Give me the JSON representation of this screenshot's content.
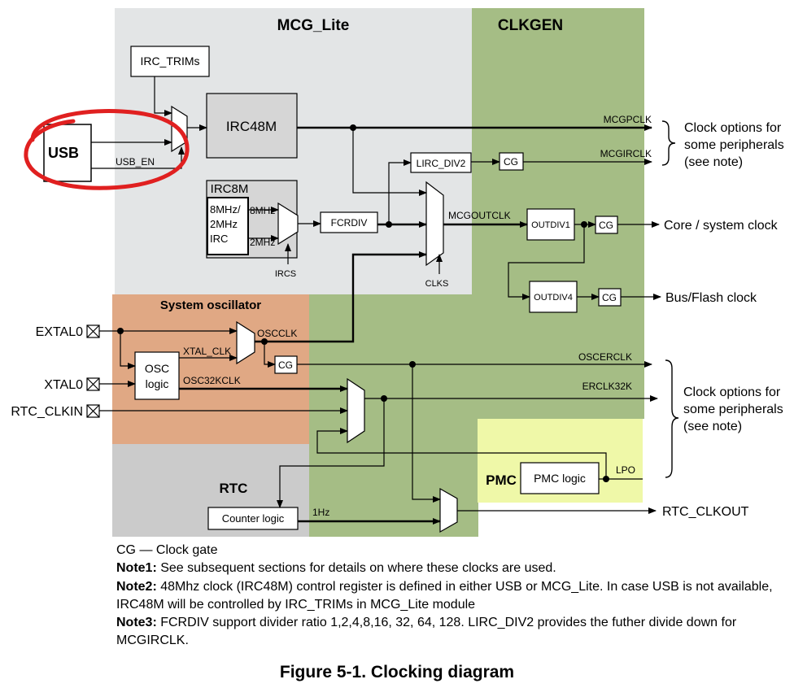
{
  "regions": {
    "mcg_lite": "MCG_Lite",
    "clkgen": "CLKGEN",
    "system_oscillator": "System oscillator",
    "rtc": "RTC",
    "pmc": "PMC"
  },
  "blocks": {
    "irc_trims": "IRC_TRIMs",
    "irc48m": "IRC48M",
    "irc8m": "IRC8M",
    "irc8m_inner": [
      "8MHz/",
      "2MHz",
      "IRC"
    ],
    "fcrdiv": "FCRDIV",
    "lirc_div2": "LIRC_DIV2",
    "outdiv1": "OUTDIV1",
    "outdiv4": "OUTDIV4",
    "osc_logic": [
      "OSC",
      "logic"
    ],
    "pmc_logic": "PMC logic",
    "counter_logic": "Counter logic",
    "usb": "USB",
    "cg": "CG"
  },
  "signals": {
    "usb_en": "USB_EN",
    "mcgpclk": "MCGPCLK",
    "mcgirclk": "MCGIRCLK",
    "mcgoutclk": "MCGOUTCLK",
    "mhz8": "8MHz",
    "mhz2": "2MHz",
    "ircs": "IRCS",
    "clks": "CLKS",
    "oscclk": "OSCCLK",
    "xtal_clk": "XTAL_CLK",
    "osc32kclk": "OSC32KCLK",
    "oscerclk": "OSCERCLK",
    "erclk32k": "ERCLK32K",
    "lpo": "LPO",
    "hz1": "1Hz"
  },
  "pins": {
    "extal0": "EXTAL0",
    "xtal0": "XTAL0",
    "rtc_clkin": "RTC_CLKIN"
  },
  "outputs": {
    "clock_options_1": [
      "Clock options for",
      "some peripherals",
      "(see note)"
    ],
    "core_clock": "Core / system clock",
    "bus_clock": "Bus/Flash clock",
    "clock_options_2": [
      "Clock options for",
      "some peripherals",
      "(see note)"
    ],
    "rtc_clkout": "RTC_CLKOUT"
  },
  "notes": {
    "cg_label": "CG — Clock gate",
    "note1_label": "Note1:",
    "note1_text": " See subsequent sections for details on where these clocks are used.",
    "note2_label": "Note2:",
    "note2_text": " 48Mhz clock (IRC48M) control register is defined in either USB or MCG_Lite. In case USB is not available, IRC48M will be controlled by IRC_TRIMs in MCG_Lite module",
    "note3_label": "Note3:",
    "note3_text": " FCRDIV support divider ratio 1,2,4,8,16, 32, 64, 128. LIRC_DIV2 provides the futher divide down for MCGIRCLK."
  },
  "caption": "Figure 5-1. Clocking diagram",
  "colors": {
    "mcg_lite": "#e3e5e6",
    "clkgen": "#a5bd85",
    "system_oscillator": "#e0a884",
    "rtc": "#cbcbcb",
    "pmc": "#eff8a8",
    "block_gray": "#d6d6d6",
    "usb_highlight": "#e02020"
  }
}
